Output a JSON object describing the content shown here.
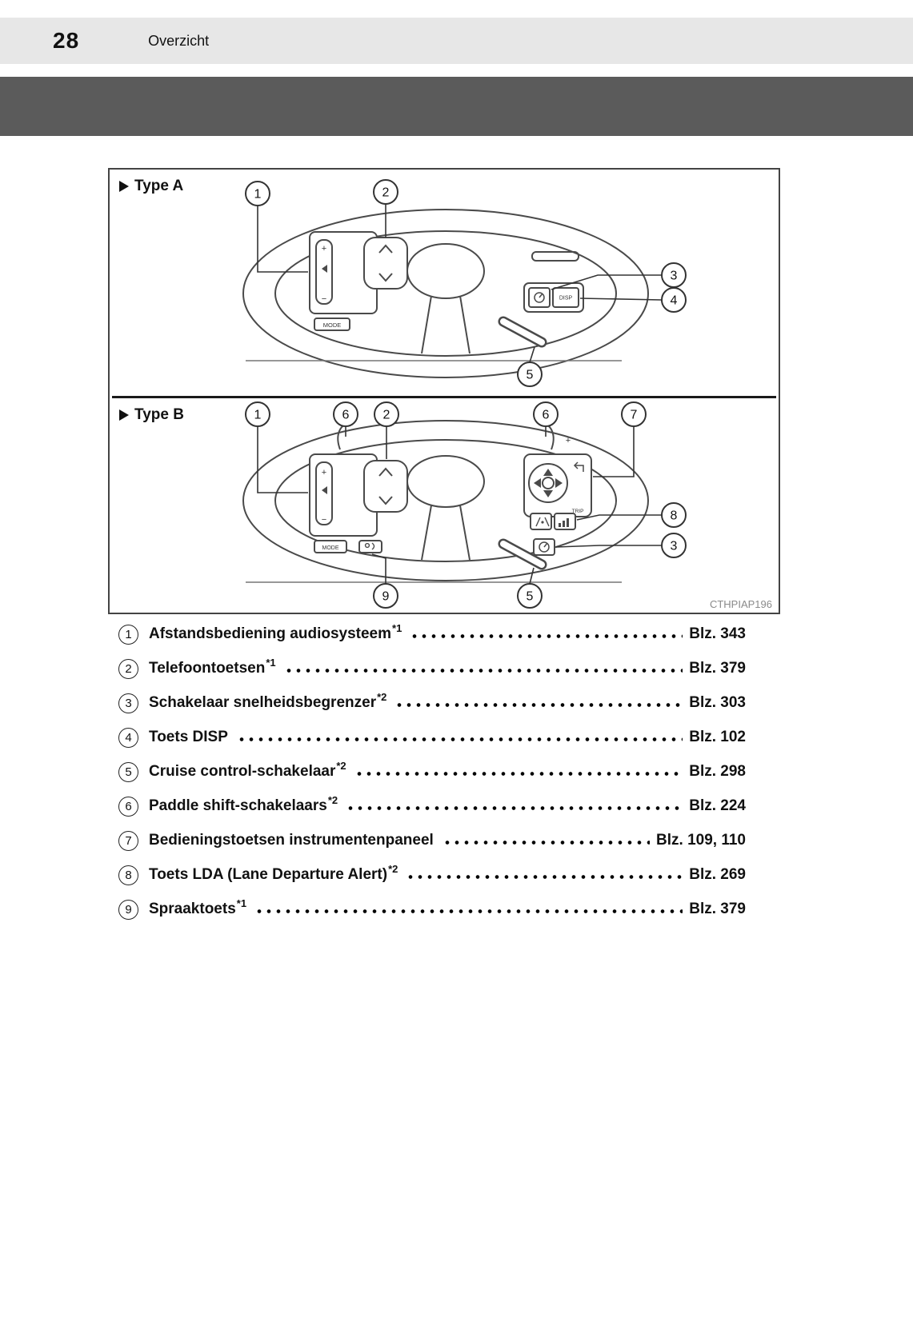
{
  "page": {
    "number": "28",
    "header": "Overzicht"
  },
  "figure": {
    "code": "CTHPIAP196",
    "type_a": {
      "label": "Type A",
      "callouts": [
        "1",
        "2",
        "3",
        "4",
        "5"
      ]
    },
    "type_b": {
      "label": "Type B",
      "callouts": [
        "1",
        "6",
        "2",
        "6",
        "7",
        "8",
        "3",
        "9",
        "5"
      ]
    },
    "labels": {
      "mode": "MODE",
      "disp": "DISP",
      "trip": "TRIP",
      "plus": "+",
      "minus": "−"
    }
  },
  "list": {
    "items": [
      {
        "num": "1",
        "label": "Afstandsbediening audiosysteem",
        "sup": "*1",
        "page": "Blz. 343"
      },
      {
        "num": "2",
        "label": "Telefoontoetsen",
        "sup": "*1",
        "page": "Blz. 379"
      },
      {
        "num": "3",
        "label": "Schakelaar snelheidsbegrenzer",
        "sup": "*2",
        "page": "Blz. 303"
      },
      {
        "num": "4",
        "label": "Toets DISP",
        "sup": "",
        "page": "Blz. 102"
      },
      {
        "num": "5",
        "label": "Cruise control-schakelaar",
        "sup": "*2",
        "page": "Blz. 298"
      },
      {
        "num": "6",
        "label": "Paddle shift-schakelaars",
        "sup": "*2",
        "page": "Blz. 224"
      },
      {
        "num": "7",
        "label": "Bedieningstoetsen instrumentenpaneel",
        "sup": "",
        "page": "Blz. 109, 110"
      },
      {
        "num": "8",
        "label": "Toets LDA (Lane Departure Alert)",
        "sup": "*2",
        "page": "Blz. 269"
      },
      {
        "num": "9",
        "label": "Spraaktoets",
        "sup": "*1",
        "page": "Blz. 379"
      }
    ]
  }
}
